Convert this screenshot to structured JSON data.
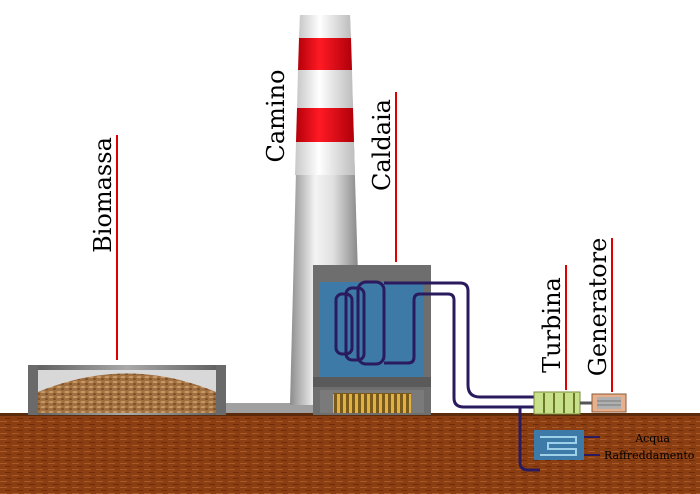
{
  "labels": {
    "biomassa": "Biomassa",
    "camino": "Camino",
    "caldaia": "Caldaia",
    "turbina": "Turbina",
    "generatore": "Generatore",
    "acqua": "Acqua",
    "raffreddamento": "Raffreddamento"
  },
  "colors": {
    "ground": "#8a3e12",
    "chimney_red": "#e8101a",
    "pointer_line": "#e00000",
    "pipe": "#2a1a5e",
    "boiler_water": "#3d7aa8",
    "boiler_frame": "#777777",
    "biomass": "#a67a4a",
    "turbine": "#c9e08a",
    "generator": "#e8b08a",
    "condenser": "#3d7aa8"
  },
  "icons": [
    "pipe-coil-icon",
    "flame-icon"
  ]
}
